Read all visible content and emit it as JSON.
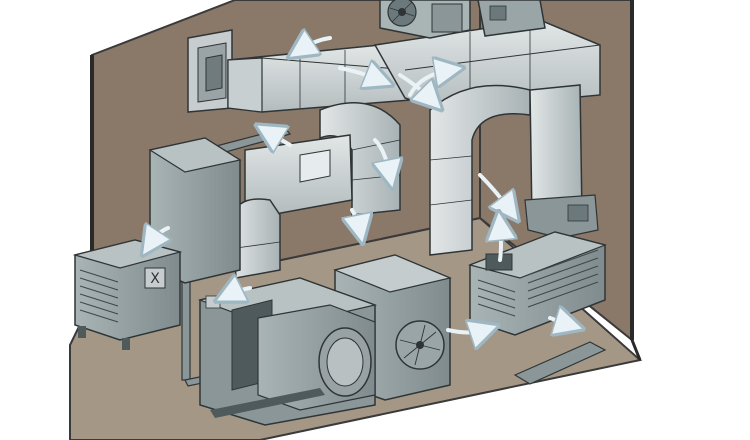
{
  "colors": {
    "room_wall": "#8a7868",
    "room_floor": "#a59786",
    "wall_edge": "#3a3a3a",
    "duct_light": "#d6dbdc",
    "duct_mid": "#b8c0c1",
    "duct_dark": "#98a2a4",
    "unit_light": "#a9b4b5",
    "unit_mid": "#8a9698",
    "unit_dark": "#6c797c",
    "outline": "#2f3537",
    "airflow": "#e9f3f7",
    "airflow_edge": "#9fb7c2",
    "label_panel": "#6f7d80"
  },
  "components": [
    {
      "name": "supply-diffuser",
      "icon": "diffuser-icon"
    },
    {
      "name": "exhaust-fan-roof",
      "icon": "fan-icon"
    },
    {
      "name": "air-handler-unit",
      "icon": "air-handler-icon"
    },
    {
      "name": "condenser-unit-left",
      "icon": "condenser-icon"
    },
    {
      "name": "condenser-unit-right",
      "icon": "condenser-icon"
    },
    {
      "name": "blower-fan-unit",
      "icon": "fan-icon"
    },
    {
      "name": "floor-grille",
      "icon": "grille-icon"
    }
  ],
  "airflow_directions": [
    "left",
    "down-right",
    "right",
    "down",
    "up",
    "down-left"
  ],
  "warning_symbol": "X"
}
